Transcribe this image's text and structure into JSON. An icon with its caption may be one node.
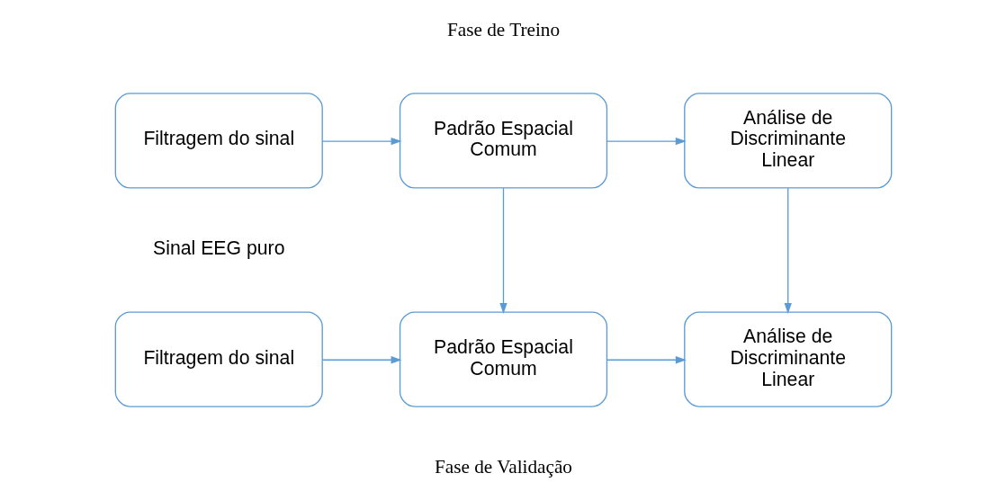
{
  "diagram": {
    "nodes": [
      {
        "text": [
          "Filtragem do sinal"
        ]
      },
      {
        "text": [
          "Padrão Espacial Comum"
        ]
      },
      {
        "text": [
          "Análise de Discriminante Linear"
        ]
      },
      {
        "text": [
          "Filtragem do sinal"
        ]
      },
      {
        "text": [
          "Padrão Espacial Comum"
        ]
      },
      {
        "text": [
          "Análise de Discriminante Linear"
        ]
      }
    ],
    "edges": [
      {
        "from": 0,
        "to": 1,
        "arrow": "to"
      },
      {
        "from": 1,
        "to": 2,
        "arrow": "to"
      },
      {
        "from": 1,
        "to": 4,
        "arrow": "to"
      },
      {
        "from": 2,
        "to": 5,
        "arrow": "to"
      },
      {
        "from": 3,
        "to": 4,
        "arrow": "to"
      },
      {
        "from": 4,
        "to": 5,
        "arrow": "to"
      }
    ],
    "labels": [
      "Fase de Treino",
      "Sinal EEG puro",
      "Fase de Validação"
    ]
  }
}
